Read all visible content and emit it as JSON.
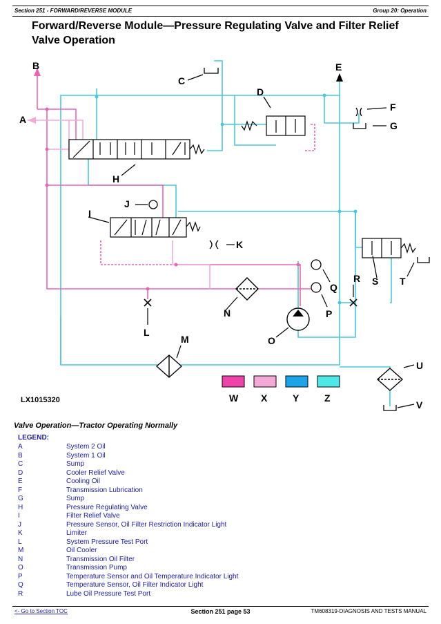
{
  "header": {
    "section": "Section 251 - FORWARD/REVERSE MODULE",
    "group": "Group 20: Operation"
  },
  "title": "Forward/Reverse Module—Pressure Regulating Valve and Filter Relief Valve Operation",
  "diagram": {
    "labels": [
      "A",
      "B",
      "C",
      "D",
      "E",
      "F",
      "G",
      "H",
      "I",
      "J",
      "K",
      "L",
      "M",
      "N",
      "O",
      "P",
      "Q",
      "R",
      "S",
      "T",
      "U",
      "V",
      "W",
      "X",
      "Y",
      "Z"
    ],
    "figure_id": "LX1015320",
    "color_key": [
      {
        "label": "W",
        "color": "#ee44aa"
      },
      {
        "label": "X",
        "color": "#f4a8d8"
      },
      {
        "label": "Y",
        "color": "#1da3e8"
      },
      {
        "label": "Z",
        "color": "#4ee8e8"
      }
    ],
    "colors": {
      "pink": "#e865b6",
      "cyan": "#4ac8d8"
    }
  },
  "subtitle": "Valve Operation—Tractor Operating Normally",
  "legend": {
    "title": "LEGEND:",
    "items": [
      {
        "key": "A",
        "desc": "System 2 Oil"
      },
      {
        "key": "B",
        "desc": "System 1 Oil"
      },
      {
        "key": "C",
        "desc": "Sump"
      },
      {
        "key": "D",
        "desc": "Cooler Relief Valve"
      },
      {
        "key": "E",
        "desc": "Cooling Oil"
      },
      {
        "key": "F",
        "desc": "Transmission Lubrication"
      },
      {
        "key": "G",
        "desc": "Sump"
      },
      {
        "key": "H",
        "desc": "Pressure Regulating Valve"
      },
      {
        "key": "I",
        "desc": "Filter Relief Valve"
      },
      {
        "key": "J",
        "desc": "Pressure Sensor, Oil Filter Restriction Indicator Light"
      },
      {
        "key": "K",
        "desc": "Limiter"
      },
      {
        "key": "L",
        "desc": "System Pressure Test Port"
      },
      {
        "key": "M",
        "desc": "Oil Cooler"
      },
      {
        "key": "N",
        "desc": "Transmission Oil Filter"
      },
      {
        "key": "O",
        "desc": "Transmission Pump"
      },
      {
        "key": "P",
        "desc": "Temperature Sensor and Oil Temperature Indicator Light"
      },
      {
        "key": "Q",
        "desc": "Temperature Sensor, Oil Filter Indicator Light"
      },
      {
        "key": "R",
        "desc": "Lube Oil Pressure Test Port"
      }
    ]
  },
  "footer": {
    "toc_link": "<- Go to Section TOC",
    "page": "Section 251 page 53",
    "doc": "TM608319-DIAGNOSIS AND TESTS MANUAL"
  }
}
